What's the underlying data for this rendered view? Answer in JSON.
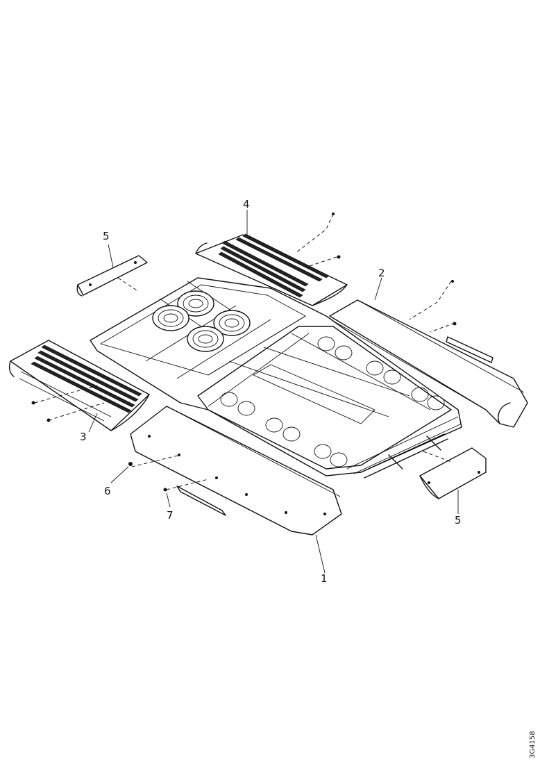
{
  "callouts": [
    {
      "id": "c1",
      "label": "1"
    },
    {
      "id": "c2",
      "label": "2"
    },
    {
      "id": "c3",
      "label": "3"
    },
    {
      "id": "c4",
      "label": "4"
    },
    {
      "id": "c5a",
      "label": "5"
    },
    {
      "id": "c5b",
      "label": "5"
    },
    {
      "id": "c6",
      "label": "6"
    },
    {
      "id": "c7",
      "label": "7"
    }
  ],
  "document_number": "3G4158"
}
